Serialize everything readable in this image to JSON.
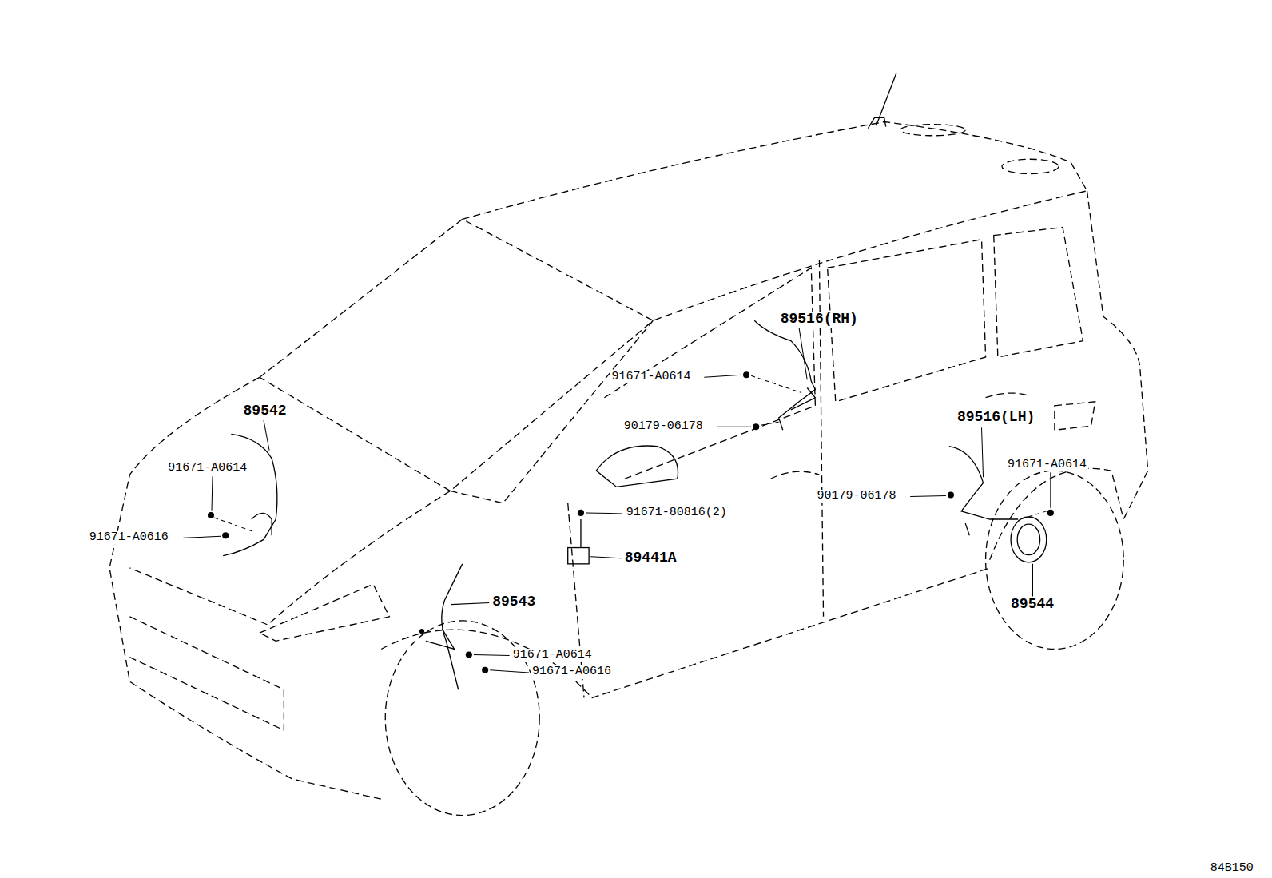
{
  "diagram": {
    "labels": [
      "89516(RH)",
      "91671-A0614",
      "90179-06178",
      "89542",
      "89516(LH)",
      "91671-A0614",
      "91671-A0614",
      "90179-06178",
      "91671-A0616",
      "91671-80816(2)",
      "89441A",
      "89543",
      "91671-A0614",
      "91671-A0616",
      "89544",
      "84B150"
    ]
  }
}
